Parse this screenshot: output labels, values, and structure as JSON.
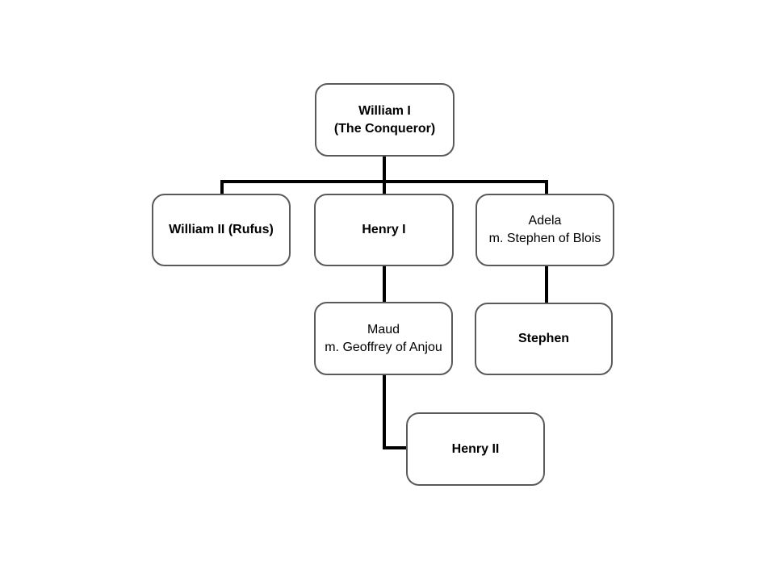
{
  "diagram": {
    "type": "family-tree",
    "colors": {
      "background": "#ffffff",
      "box_fill": "#ffffff",
      "box_border": "#5a5a5a",
      "connector": "#000000",
      "text": "#000000"
    },
    "nodes": [
      {
        "id": "william-i",
        "line1": "William I",
        "line2": "(The Conqueror)",
        "bold": true,
        "children": [
          "william-ii",
          "henry-i",
          "adela"
        ]
      },
      {
        "id": "william-ii",
        "line1": "William II (Rufus)",
        "line2": "",
        "bold": true,
        "children": []
      },
      {
        "id": "henry-i",
        "line1": "Henry I",
        "line2": "",
        "bold": true,
        "children": [
          "maud"
        ]
      },
      {
        "id": "adela",
        "line1": "Adela",
        "line2": "m. Stephen of Blois",
        "bold": false,
        "children": [
          "stephen"
        ]
      },
      {
        "id": "maud",
        "line1": "Maud",
        "line2": "m. Geoffrey of Anjou",
        "bold": false,
        "children": [
          "henry-ii"
        ]
      },
      {
        "id": "stephen",
        "line1": "Stephen",
        "line2": "",
        "bold": true,
        "children": []
      },
      {
        "id": "henry-ii",
        "line1": "Henry II",
        "line2": "",
        "bold": true,
        "children": []
      }
    ]
  }
}
